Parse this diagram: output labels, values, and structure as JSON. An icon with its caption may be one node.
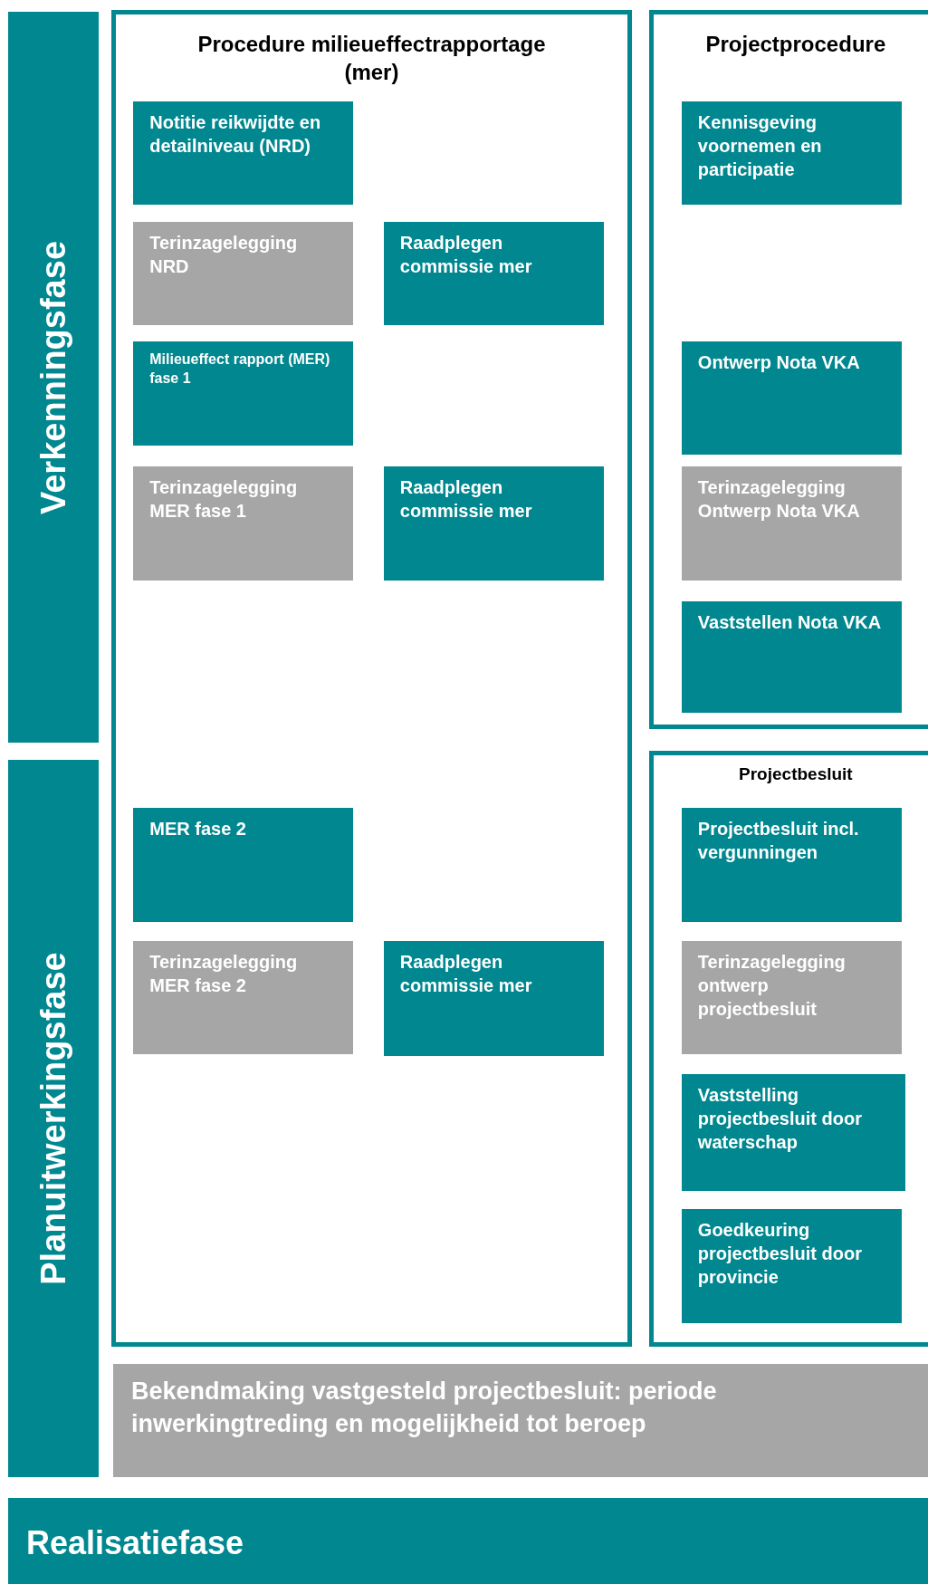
{
  "diagram": {
    "nodes": [
      {
        "text": [
          "Verkenningsfase"
        ]
      },
      {
        "text": [
          "Procedure milieueffectrapportage (mer)"
        ]
      },
      {
        "text": [
          "Notitie reikwijdte en detailniveau (NRD)"
        ],
        "in": 1
      },
      {
        "text": [
          "Terinzagelegging NRD"
        ],
        "in": 1
      },
      {
        "text": [
          "Raadplegen commissie mer"
        ],
        "in": 1
      },
      {
        "text": [
          "Milieueffect rapport (MER) fase 1"
        ],
        "in": 1
      },
      {
        "text": [
          "Terinzagelegging MER fase 1"
        ],
        "in": 1
      },
      {
        "text": [
          "Raadplegen commissie mer"
        ],
        "in": 1
      },
      {
        "text": [
          "Projectprocedure"
        ]
      },
      {
        "text": [
          "Kennisgeving voornemen en participatie"
        ],
        "in": 8
      },
      {
        "text": [
          "Ontwerp Nota VKA"
        ],
        "in": 8
      },
      {
        "text": [
          "Terinzagelegging Ontwerp Nota VKA"
        ],
        "in": 8
      },
      {
        "text": [
          "Vaststellen Nota VKA"
        ],
        "in": 8
      },
      {
        "text": [
          "Planuitwerkingsfase"
        ]
      },
      {
        "text": [
          "MER fase 2"
        ],
        "in": 1
      },
      {
        "text": [
          "Terinzagelegging MER fase 2"
        ],
        "in": 1
      },
      {
        "text": [
          "Raadplegen commissie mer"
        ],
        "in": 1
      },
      {
        "text": [
          "Projectbesluit"
        ]
      },
      {
        "text": [
          "Projectbesluit incl. vergunningen"
        ],
        "in": 17
      },
      {
        "text": [
          "Terinzagelegging ontwerp projectbesluit"
        ],
        "in": 17
      },
      {
        "text": [
          "Vaststelling projectbesluit door waterschap"
        ],
        "in": 17
      },
      {
        "text": [
          "Goedkeuring projectbesluit door provincie"
        ],
        "in": 17
      },
      {
        "text": [
          "Bekendmaking vastgesteld projectbesluit: periode inwerkingtreding en mogelijkheid tot beroep"
        ]
      },
      {
        "text": [
          "Realisatiefase"
        ]
      }
    ]
  }
}
